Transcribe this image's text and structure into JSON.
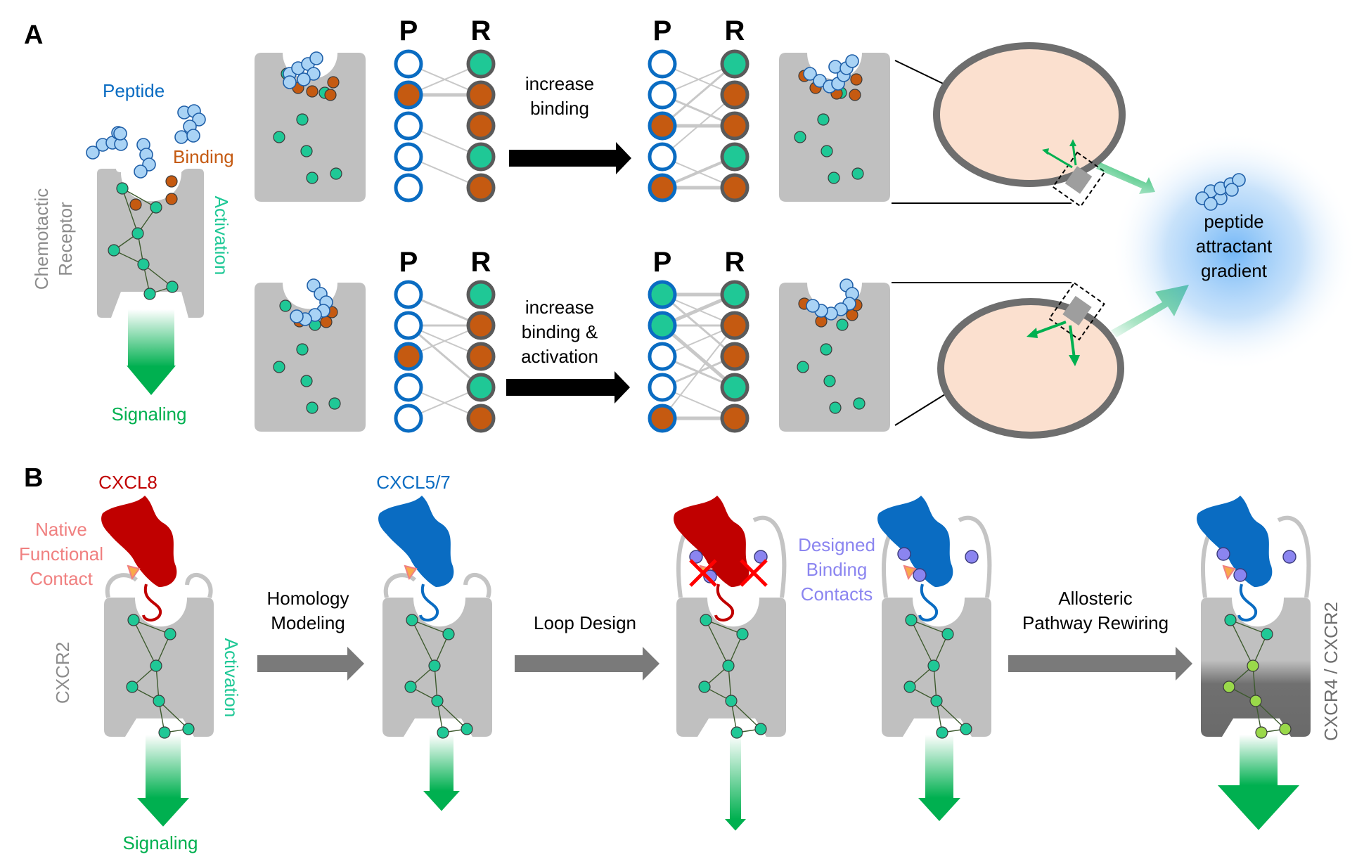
{
  "panel_a": {
    "label": "A",
    "peptide_label": "Peptide",
    "binding_label": "Binding",
    "activation_label": "Activation",
    "receptor_label_line1": "Chemotactic",
    "receptor_label_line2": "Receptor",
    "signaling_label": "Signaling",
    "p_header": "P",
    "r_header": "R",
    "top_arrow_line1": "increase",
    "top_arrow_line2": "binding",
    "bottom_arrow_line1": "increase",
    "bottom_arrow_line2": "binding &",
    "bottom_arrow_line3": "activation",
    "gradient_line1": "peptide",
    "gradient_line2": "attractant",
    "gradient_line3": "gradient"
  },
  "panel_b": {
    "label": "B",
    "cxcl8_label": "CXCL8",
    "cxcl57_label": "CXCL5/7",
    "native_line1": "Native",
    "native_line2": "Functional",
    "native_line3": "Contact",
    "cxcr2_label": "CXCR2",
    "activation_label": "Activation",
    "signaling_label": "Signaling",
    "step1_line1": "Homology",
    "step1_line2": "Modeling",
    "step2_label": "Loop Design",
    "designed_line1": "Designed",
    "designed_line2": "Binding",
    "designed_line3": "Contacts",
    "step3_line1": "Allosteric",
    "step3_line2": "Pathway Rewiring",
    "final_label": "CXCR4 / CXCR2"
  },
  "colors": {
    "receptor_gray": "#c0c0c0",
    "dark_gray": "#6e6e6e",
    "activation_teal": "#1fc896",
    "binding_orange": "#c55a11",
    "peptide_blue": "#a9d3f5",
    "cxcl8_red": "#c00000",
    "cxcl57_blue": "#0a6cc2",
    "designed_purple": "#8b85f0",
    "native_pink": "#f08080",
    "signal_green": "#00b050",
    "cell_fill": "#fbe0cf"
  }
}
